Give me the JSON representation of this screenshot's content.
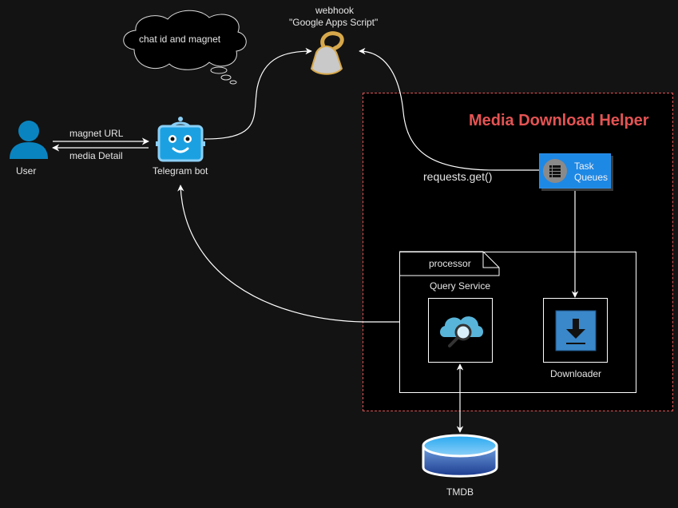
{
  "nodes": {
    "user": {
      "label": "User"
    },
    "telegram_bot": {
      "label": "Telegram bot"
    },
    "thought": {
      "label": "chat id and magnet"
    },
    "webhook": {
      "line1": "webhook",
      "line2": "\"Google Apps Script\""
    },
    "task_queues": {
      "line1": "Task",
      "line2": "Queues"
    },
    "processor": {
      "label": "processor"
    },
    "query_service": {
      "label": "Query Service"
    },
    "downloader": {
      "label": "Downloader"
    },
    "tmdb": {
      "label": "TMDB"
    }
  },
  "edges": {
    "magnet_url": "magnet URL",
    "media_detail": "media Detail",
    "requests_get": "requests.get()"
  },
  "group": {
    "title": "Media Download Helper"
  },
  "colors": {
    "background": "#131313",
    "group_border": "#e05555",
    "group_title": "#e55353",
    "accent_blue": "#1e88e5",
    "user_icon": "#0a84c0",
    "bot_icon": "#1ba1e2"
  }
}
